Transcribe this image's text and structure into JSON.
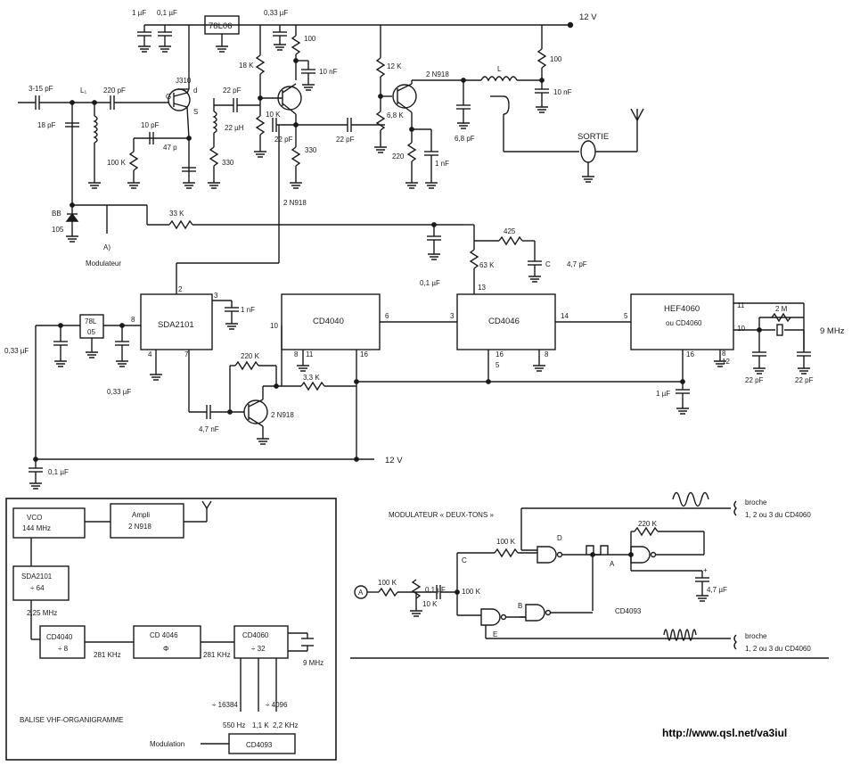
{
  "supply": {
    "v12_top": "12 V",
    "v12_mid": "12 V"
  },
  "rf": {
    "c_1uF": "1 µF",
    "c_01uF_a": "0,1 µF",
    "reg": "78L06",
    "c_033uF_top": "0,33 µF",
    "r100_a": "100",
    "r18k": "18 K",
    "c10nF_a": "10 nF",
    "r12k": "12 K",
    "q_out": "2 N918",
    "L": "L",
    "r100_b": "100",
    "c10nF_b": "10 nF",
    "c3_15pF": "3-15 pF",
    "L1": "L₁",
    "c220pF": "220 pF",
    "J310": "J310",
    "G": "G",
    "d": "d",
    "S": "S",
    "c22pF_a": "22 pF",
    "r10k": "10 K",
    "r6_8k": "6,8 K",
    "c18pF": "18 pF",
    "c10pF": "10 pF",
    "c47p": "47 p",
    "L22uH": "22 µH",
    "c22pF_b": "22 pF",
    "c22pF_c": "22 pF",
    "c6_8pF": "6,8 pF",
    "sortie": "SORTIE",
    "r100k_a": "100 K",
    "r330_a": "330",
    "r330_b": "330",
    "r220": "220",
    "c1nF_a": "1 nF",
    "q_mid": "2 N918",
    "BB": "BB",
    "BB105": "105",
    "r33k": "33 K",
    "A": "A)",
    "modulateur": "Modulateur"
  },
  "pll": {
    "r425": "425",
    "c01uF_b": "0,1 µF",
    "r63k": "63 K",
    "C": "C",
    "c4_7pF": "4,7 pF",
    "pin2": "2",
    "pin3": "3",
    "c1nF_b": "1 nF",
    "pin13": "13",
    "sda": "SDA2101",
    "cd4040": "CD4040",
    "cd4046": "CD4046",
    "hef_a": "HEF4060",
    "hef_b": "ou CD4060",
    "pin10a": "10",
    "pin6": "6",
    "pin3b": "3",
    "pin14": "14",
    "pin5": "5",
    "pin11": "11",
    "r2M": "2 M",
    "mhz": "9 MHz",
    "c033uF_l": "0,33 µF",
    "reg2a": "78L",
    "reg2b": "05",
    "pin8": "8",
    "pin10b": "10",
    "pin4": "4",
    "pin7": "7",
    "pin8b": "8",
    "pin11b": "11",
    "pin16": "16",
    "pin16b": "16",
    "pin5b": "5",
    "pin8c": "8",
    "pin16c": "16",
    "pin8d": "8",
    "pin12": "12",
    "r220k": "220 K",
    "c033uF_b": "0,33 µF",
    "r3_3k": "3,3 K",
    "c1uF_b": "1 µF",
    "c22pF_d": "22 pF",
    "c22pF_e": "22 pF",
    "c4_7nF": "4,7 nF",
    "q_low": "2 N918",
    "c01uF_c": "0,1 µF"
  },
  "org": {
    "vco_a": "VCO",
    "vco_b": "144 MHz",
    "ampli_a": "Ampli",
    "ampli_b": "2 N918",
    "sda_a": "SDA2101",
    "sda_b": "÷ 64",
    "f225": "2,25 MHz",
    "cd4040_a": "CD4040",
    "cd4040_b": "÷ 8",
    "cd4046_a": "CD 4046",
    "cd4046_b": "Φ",
    "cd4060_a": "CD4060",
    "cd4060_b": "÷ 32",
    "f281a": "281 KHz",
    "f281b": "281 KHz",
    "f9": "9 MHz",
    "d16384": "÷ 16384",
    "d4096": "÷ 4096",
    "f550": "550 Hz",
    "f11": "1,1 K",
    "f22": "2,2 KHz",
    "title": "BALISE VHF-ORGANIGRAMME",
    "modulation": "Modulation",
    "cd4093": "CD4093"
  },
  "mod": {
    "title": "MODULATEUR « DEUX-TONS »",
    "broche1a": "broche",
    "broche1b": "1, 2 ou 3 du CD4060",
    "broche2a": "broche",
    "broche2b": "1, 2 ou 3 du CD4060",
    "r220k": "220 K",
    "r100k_a": "100 K",
    "r100k_b": "100 K",
    "r100k_c": "100 K",
    "r10k": "10 K",
    "c01uF": "0,1 µF",
    "c4_7uF": "4,7 µF",
    "ic": "CD4093",
    "A": "A",
    "B": "B",
    "C": "C",
    "D": "D",
    "E": "E",
    "Ain": "A",
    "plus": "+"
  },
  "url": "http://www.qsl.net/va3iul"
}
